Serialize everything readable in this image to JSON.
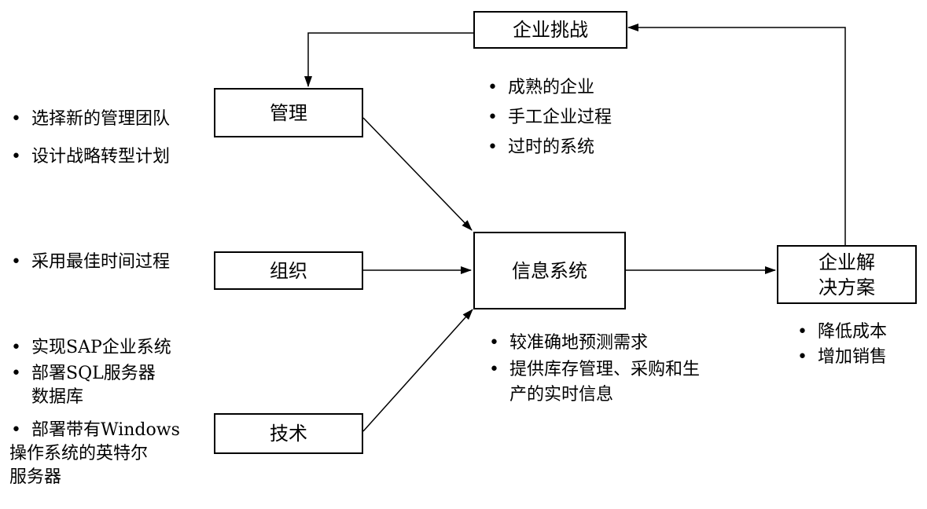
{
  "boxes": {
    "challenge": "企业挑战",
    "management": "管理",
    "organization": "组织",
    "technology": "技术",
    "info_system": "信息系统",
    "solution_line1": "企业解",
    "solution_line2": "决方案"
  },
  "bullet_glyph": "•",
  "lists": {
    "challenge": [
      "成熟的企业",
      "手工企业过程",
      "过时的系统"
    ],
    "management": [
      "选择新的管理团队",
      "设计战略转型计划"
    ],
    "organization": [
      "采用最佳时间过程"
    ],
    "technology": [
      {
        "line1": "实现SAP企业系统",
        "line2": ""
      },
      {
        "line1": "部署SQL服务器",
        "line2": "数据库"
      },
      {
        "line1": "部署带有Windows",
        "line2": "操作系统的英特尔",
        "line3": "服务器"
      }
    ],
    "info_system": [
      {
        "line1": "较准确地预测需求",
        "line2": ""
      },
      {
        "line1": "提供库存管理、采购和生",
        "line2": "产的实时信息"
      }
    ],
    "solution": [
      "降低成本",
      "增加销售"
    ]
  }
}
